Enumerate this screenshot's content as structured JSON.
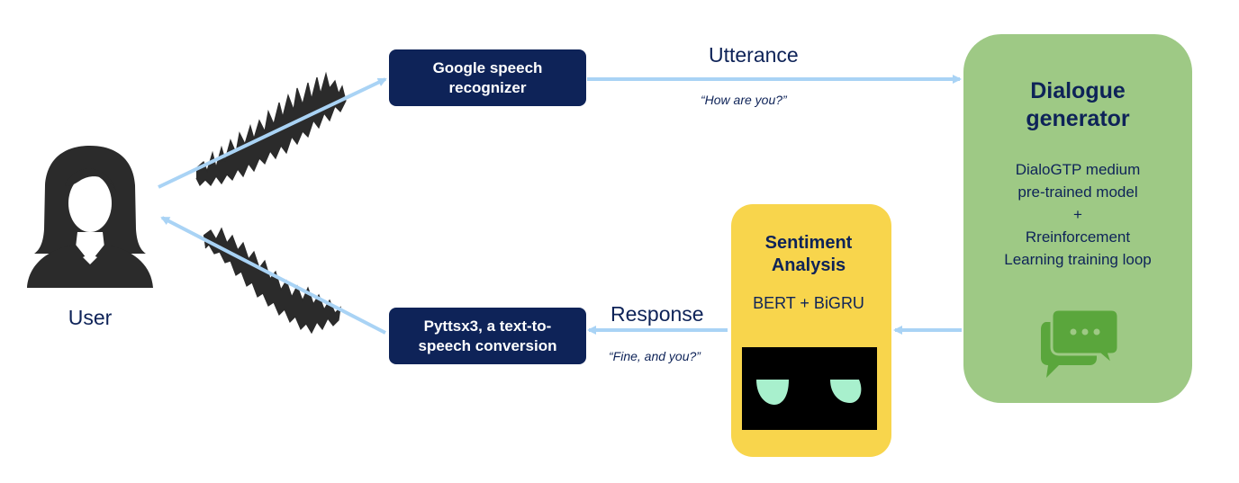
{
  "user": {
    "label": "User"
  },
  "recognizer": {
    "label": "Google speech\nrecognizer"
  },
  "tts": {
    "label": "Pyttsx3, a text-to-\nspeech conversion"
  },
  "utterance": {
    "label": "Utterance",
    "example": "“How are you?”"
  },
  "response": {
    "label": "Response",
    "example": "“Fine, and you?”"
  },
  "dialogue": {
    "title": "Dialogue\ngenerator",
    "lines": [
      "DialoGTP medium",
      "pre-trained model",
      "+",
      "Rreinforcement",
      "Learning training loop"
    ]
  },
  "sentiment": {
    "title": "Sentiment\nAnalysis",
    "model": "BERT + BiGRU"
  },
  "colors": {
    "navy": "#0e2358",
    "arrow": "#a9d3f5",
    "green": "#9ec985",
    "chat_icon": "#5aa63c",
    "yellow": "#f8d54c",
    "eye": "#a8f0cd"
  },
  "icons": [
    "user-silhouette-icon",
    "sound-wave-icon",
    "chat-bubble-icon",
    "robot-eyes-icon"
  ]
}
